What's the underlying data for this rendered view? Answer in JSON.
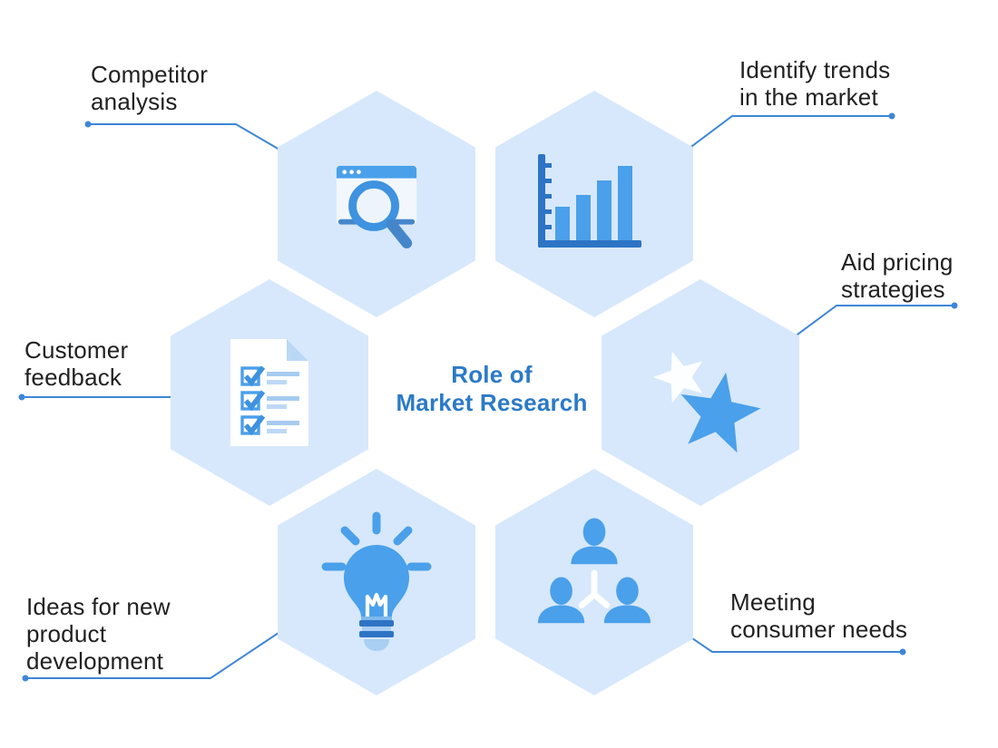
{
  "title": {
    "lines": [
      "Role of",
      "Market Research"
    ]
  },
  "nodes": [
    {
      "id": "competitor-analysis",
      "label_lines": [
        "Competitor",
        "analysis"
      ],
      "icon": "browser-search-icon"
    },
    {
      "id": "identify-trends",
      "label_lines": [
        "Identify trends",
        "in the market"
      ],
      "icon": "bar-chart-icon"
    },
    {
      "id": "aid-pricing",
      "label_lines": [
        "Aid pricing",
        "strategies"
      ],
      "icon": "star-icon"
    },
    {
      "id": "customer-feedback",
      "label_lines": [
        "Customer",
        "feedback"
      ],
      "icon": "checklist-icon"
    },
    {
      "id": "ideas-new-product",
      "label_lines": [
        "Ideas for new",
        "product",
        "development"
      ],
      "icon": "lightbulb-icon"
    },
    {
      "id": "meeting-consumer-needs",
      "label_lines": [
        "Meeting",
        "consumer needs"
      ],
      "icon": "team-icon"
    }
  ],
  "colors": {
    "background": "#ffffff",
    "hexagon_fill": "#d7e8fc",
    "icon_primary_blue": "#4aa0ea",
    "icon_dark_blue": "#2e74c4",
    "icon_light_blue": "#a9cff2",
    "connector_blue": "#3d86d8",
    "title_blue": "#2b7ac7",
    "label_text": "#212121"
  }
}
